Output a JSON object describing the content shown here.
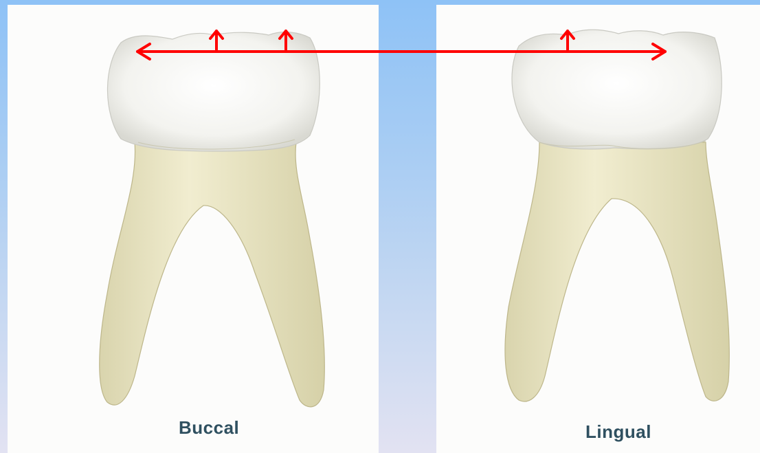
{
  "views": {
    "left": {
      "label": "Buccal"
    },
    "right": {
      "label": "Lingual"
    }
  },
  "colors": {
    "arrow": "#ff0000",
    "enamel": "#f4f4f1",
    "root": "#ece8c6",
    "label": "#2f5060"
  },
  "icons": {
    "width_arrow": "double-headed-arrow",
    "cusp_arrow": "up-arrow"
  }
}
